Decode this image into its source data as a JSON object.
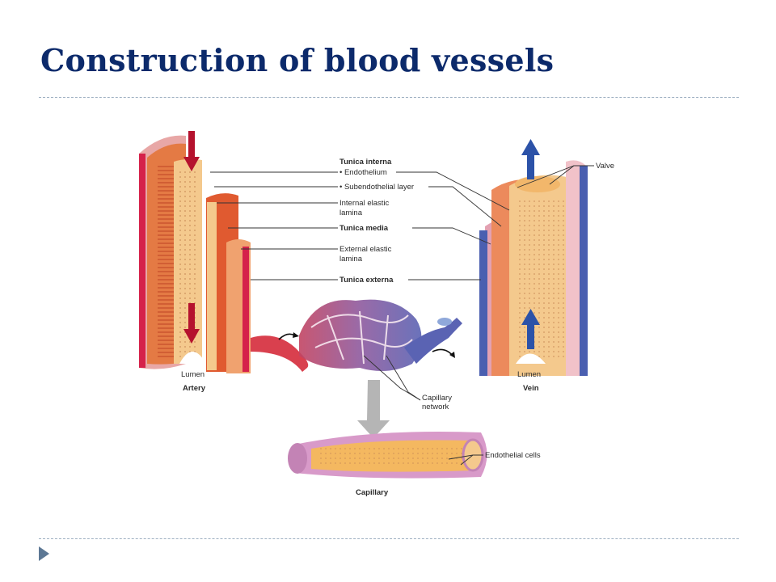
{
  "slide": {
    "title": "Construction of blood vessels"
  },
  "diagram": {
    "labels": {
      "tunica_interna": "Tunica interna",
      "endothelium": "• Endothelium",
      "subendothelial": "• Subendothelial layer",
      "internal_elastic_1": "Internal elastic",
      "internal_elastic_2": "lamina",
      "tunica_media": "Tunica media",
      "external_elastic_1": "External elastic",
      "external_elastic_2": "lamina",
      "tunica_externa": "Tunica externa",
      "valve": "Valve",
      "lumen_artery": "Lumen",
      "artery": "Artery",
      "lumen_vein": "Lumen",
      "vein": "Vein",
      "capillary_network_1": "Capillary",
      "capillary_network_2": "network",
      "endothelial_cells": "Endothelial cells",
      "capillary": "Capillary"
    },
    "colors": {
      "artery_red": "#c8102e",
      "media_orange": "#e8743b",
      "interna_tan": "#f3c487",
      "vein_blue": "#4a5fb0",
      "capillary_purple": "#8a6bb5",
      "title_navy": "#0c2a6b"
    }
  }
}
